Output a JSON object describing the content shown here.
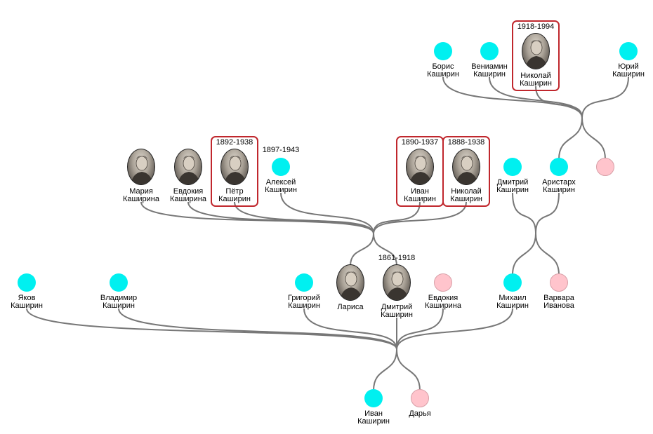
{
  "tree": {
    "people": [
      {
        "id": "boris",
        "first": "Борис",
        "last": "Каширин",
        "type": "dot",
        "gender": "m",
        "years": ""
      },
      {
        "id": "veniamin",
        "first": "Вениамин",
        "last": "Каширин",
        "type": "dot",
        "gender": "m",
        "years": ""
      },
      {
        "id": "nikolai1918",
        "first": "Николай",
        "last": "Каширин",
        "type": "photo",
        "gender": "m",
        "years": "1918-1994",
        "framed": true
      },
      {
        "id": "yuri",
        "first": "Юрий",
        "last": "Каширин",
        "type": "dot",
        "gender": "m",
        "years": ""
      },
      {
        "id": "maria",
        "first": "Мария",
        "last": "Каширина",
        "type": "photo",
        "gender": "f",
        "years": ""
      },
      {
        "id": "evdokia2",
        "first": "Евдокия",
        "last": "Каширина",
        "type": "photo",
        "gender": "f",
        "years": ""
      },
      {
        "id": "petr",
        "first": "Пётр",
        "last": "Каширин",
        "type": "photo",
        "gender": "m",
        "years": "1892-1938",
        "framed": true
      },
      {
        "id": "aleksei",
        "first": "Алексей",
        "last": "Каширин",
        "type": "dot",
        "gender": "m",
        "years": "1897-1943"
      },
      {
        "id": "ivan1890",
        "first": "Иван",
        "last": "Каширин",
        "type": "photo",
        "gender": "m",
        "years": "1890-1937",
        "framed": true
      },
      {
        "id": "nikolai1888",
        "first": "Николай",
        "last": "Каширин",
        "type": "photo",
        "gender": "m",
        "years": "1888-1938",
        "framed": true
      },
      {
        "id": "dmitry2",
        "first": "Дмитрий",
        "last": "Каширин",
        "type": "dot",
        "gender": "m",
        "years": ""
      },
      {
        "id": "aristarkh",
        "first": "Аристарх",
        "last": "Каширин",
        "type": "dot",
        "gender": "m",
        "years": ""
      },
      {
        "id": "aristarkh_wife",
        "first": "",
        "last": "",
        "type": "dot",
        "gender": "f",
        "years": ""
      },
      {
        "id": "yakov",
        "first": "Яков",
        "last": "Каширин",
        "type": "dot",
        "gender": "m",
        "years": ""
      },
      {
        "id": "vladimir",
        "first": "Владимир",
        "last": "Каширин",
        "type": "dot",
        "gender": "m",
        "years": ""
      },
      {
        "id": "grigory",
        "first": "Григорий",
        "last": "Каширин",
        "type": "dot",
        "gender": "m",
        "years": ""
      },
      {
        "id": "larisa",
        "first": "Лариса",
        "last": "",
        "type": "photo",
        "gender": "f",
        "years": ""
      },
      {
        "id": "dmitry1861",
        "first": "Дмитрий",
        "last": "Каширин",
        "type": "photo",
        "gender": "m",
        "years": "1861-1918"
      },
      {
        "id": "evdokia1",
        "first": "Евдокия",
        "last": "Каширина",
        "type": "dot",
        "gender": "f",
        "years": ""
      },
      {
        "id": "mikhail",
        "first": "Михаил",
        "last": "Каширин",
        "type": "dot",
        "gender": "m",
        "years": ""
      },
      {
        "id": "varvara",
        "first": "Варвара",
        "last": "Иванова",
        "type": "dot",
        "gender": "f",
        "years": ""
      },
      {
        "id": "ivan_root",
        "first": "Иван",
        "last": "Каширин",
        "type": "dot",
        "gender": "m",
        "years": ""
      },
      {
        "id": "darya",
        "first": "Дарья",
        "last": "",
        "type": "dot",
        "gender": "f",
        "years": ""
      }
    ],
    "families": [
      {
        "parents": [
          "ivan_root",
          "darya"
        ],
        "children": [
          "yakov",
          "vladimir",
          "grigory",
          "dmitry1861",
          "evdokia1",
          "mikhail"
        ]
      },
      {
        "parents": [
          "dmitry1861",
          "larisa"
        ],
        "children": [
          "maria",
          "evdokia2",
          "petr",
          "aleksei",
          "ivan1890",
          "nikolai1888"
        ]
      },
      {
        "parents": [
          "mikhail",
          "varvara"
        ],
        "children": [
          "dmitry2",
          "aristarkh"
        ]
      },
      {
        "parents": [
          "aristarkh",
          "aristarkh_wife"
        ],
        "children": [
          "boris",
          "veniamin",
          "nikolai1918",
          "yuri"
        ]
      }
    ],
    "colors": {
      "male": "#00f0f0",
      "female": "#ffc4cc",
      "link": "#777777",
      "frame": "#c0272d"
    }
  }
}
